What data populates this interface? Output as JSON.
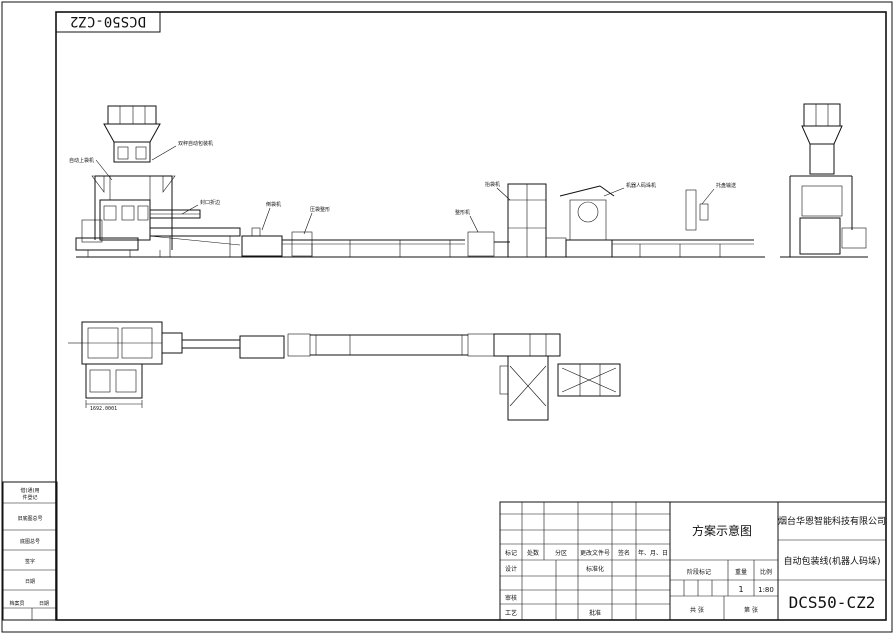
{
  "drawing_no": "DCS50-CZ2",
  "drawing_no_mirrored": "DCS50-CZ2",
  "labels": {
    "auto_bag_feeder": "自动上袋机",
    "twin_weigher": "双秤自动包装机",
    "bag_sealer": "封口折边",
    "turn_bag": "倒袋机",
    "flatten": "压袋整形",
    "shaping_machine": "整形机",
    "lift_bag": "抬袋机",
    "robot_palletizer": "机器人码垛机",
    "pallet_conveyor": "托盘输送"
  },
  "dimension": "1692.0001",
  "title_block": {
    "scheme_title": "方案示意图",
    "company": "烟台华恩智能科技有限公司",
    "product": "自动包装线(机器人码垛)",
    "scale": "1:80",
    "qty": "1",
    "headers": [
      "标记",
      "处数",
      "分区",
      "更改文件号",
      "签名",
      "年、月、日"
    ],
    "row_design": "设计",
    "row_standard": "标准化",
    "row_review": "审核",
    "row_process": "工艺",
    "row_approve": "批准",
    "stage_label": "阶段标记",
    "weight_label": "重量",
    "scale_label": "比例",
    "sheets_total": "共  张",
    "sheet_no": "第  张"
  },
  "side_table": [
    "借(通)用",
    "件登记",
    "旧底图总号",
    "底图总号",
    "签字",
    "日期",
    "档案员",
    "日期"
  ]
}
